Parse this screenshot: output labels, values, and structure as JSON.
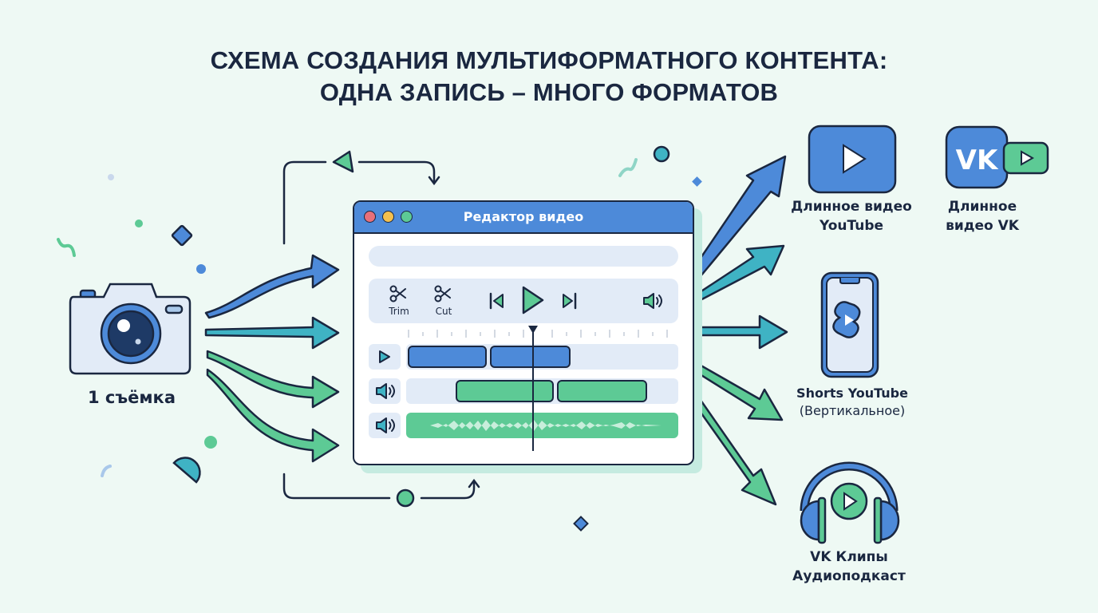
{
  "title": {
    "line1": "СХЕМА СОЗДАНИЯ МУЛЬТИФОРМАТНОГО КОНТЕНТА:",
    "line2": "ОДНА ЗАПИСЬ – МНОГО ФОРМАТОВ"
  },
  "source": {
    "label": "1 съёмка",
    "icon": "camera-icon"
  },
  "editor": {
    "window_title": "Редактор видео",
    "window_controls": [
      "close",
      "minimize",
      "maximize"
    ],
    "tools": [
      {
        "label": "Trim",
        "icon": "scissors-icon"
      },
      {
        "label": "Cut",
        "icon": "scissors-icon"
      }
    ],
    "playback": [
      "skip-back-icon",
      "play-icon",
      "skip-forward-icon"
    ],
    "volume_icon": "speaker-icon",
    "tracks": [
      {
        "type": "video",
        "icon": "play-icon",
        "clips": 2
      },
      {
        "type": "audio",
        "icon": "speaker-icon",
        "clips": 2
      },
      {
        "type": "audio-waveform",
        "icon": "speaker-icon",
        "clips": 1
      }
    ]
  },
  "outputs": [
    {
      "line1": "Длинное видео",
      "line2": "YouTube",
      "icon": "youtube-icon"
    },
    {
      "line1": "Длинное",
      "line2": "видео VK",
      "icon": "vk-icon"
    },
    {
      "line1": "Shorts YouTube",
      "line2": "(Вертикальное)",
      "icon": "shorts-phone-icon"
    },
    {
      "line1": "VK Клипы",
      "line2": "Аудиоподкаст",
      "icon": "headphones-icon"
    }
  ],
  "colors": {
    "background": "#eef9f4",
    "dark": "#1a2740",
    "blue": "#4d8ad9",
    "teal": "#3fb3c4",
    "green": "#5dca95",
    "panel": "#e2ebf7"
  }
}
